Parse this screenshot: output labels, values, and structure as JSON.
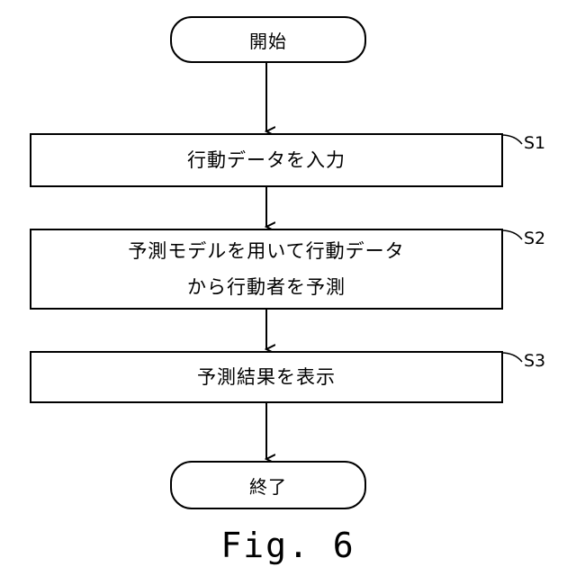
{
  "flowchart": {
    "start": {
      "label": "開始"
    },
    "steps": [
      {
        "id": "S1",
        "lines": [
          "行動データを入力"
        ]
      },
      {
        "id": "S2",
        "lines": [
          "予測モデルを用いて行動データ",
          "から行動者を予測"
        ]
      },
      {
        "id": "S3",
        "lines": [
          "予測結果を表示"
        ]
      }
    ],
    "end": {
      "label": "終了"
    }
  },
  "caption": "Fig. 6"
}
